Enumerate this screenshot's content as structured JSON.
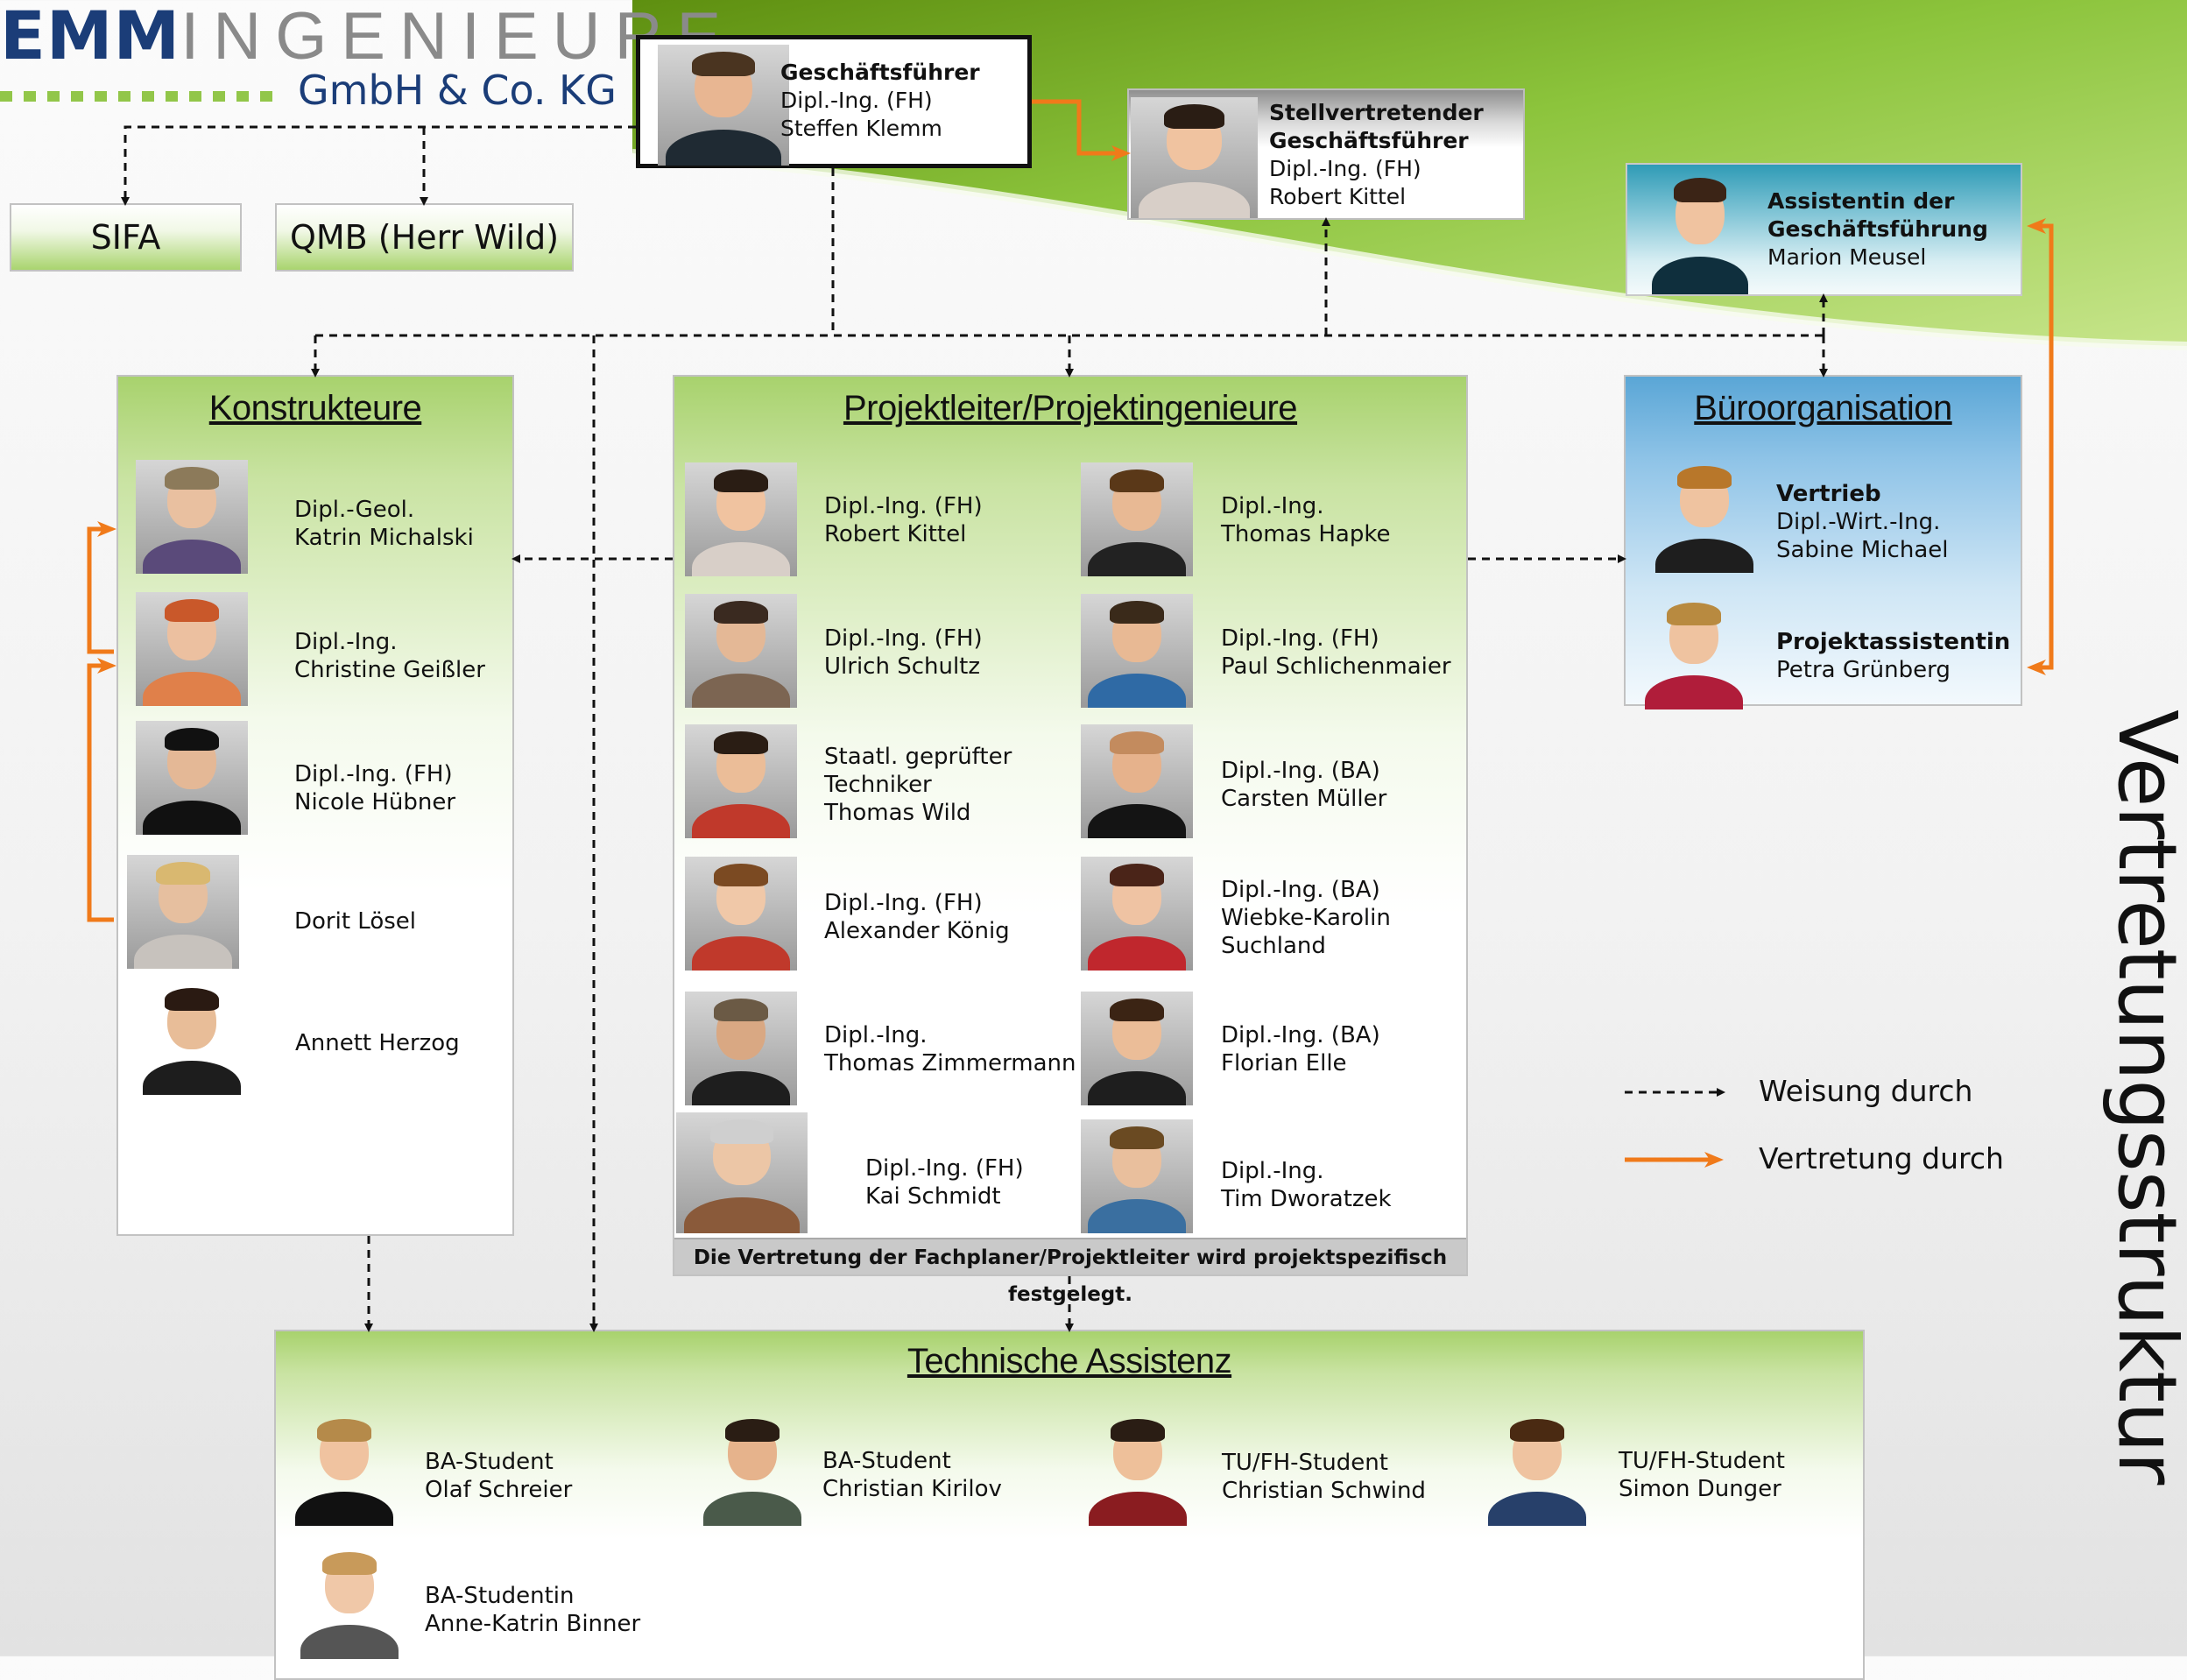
{
  "logo": {
    "brand_bold": "EMM",
    "brand_light": "INGENIEURE",
    "subline": "GmbH & Co. KG"
  },
  "top_boxes": {
    "sifa": "SIFA",
    "qmb": "QMB (Herr Wild)"
  },
  "ceo": {
    "role": "Geschäftsführer",
    "degree": "Dipl.-Ing. (FH)",
    "name": "Steffen Klemm"
  },
  "deputy": {
    "role_line1": "Stellvertretender",
    "role_line2": "Geschäftsführer",
    "degree": "Dipl.-Ing. (FH)",
    "name": "Robert Kittel"
  },
  "assistant": {
    "role_line1": "Assistentin der",
    "role_line2": "Geschäftsführung",
    "name": "Marion Meusel"
  },
  "konstrukteure": {
    "title": "Konstrukteure",
    "people": [
      {
        "line1": "Dipl.-Geol.",
        "line2": "Katrin Michalski"
      },
      {
        "line1": "Dipl.-Ing.",
        "line2": "Christine Geißler"
      },
      {
        "line1": "Dipl.-Ing. (FH)",
        "line2": "Nicole Hübner"
      },
      {
        "line1": "Dorit Lösel"
      },
      {
        "line1": "Annett Herzog"
      }
    ]
  },
  "projektleiter": {
    "title": "Projektleiter/Projektingenieure",
    "left": [
      {
        "line1": "Dipl.-Ing. (FH)",
        "line2": "Robert Kittel"
      },
      {
        "line1": "Dipl.-Ing. (FH)",
        "line2": "Ulrich Schultz"
      },
      {
        "line1": "Staatl. geprüfter",
        "line2": "Techniker",
        "line3": "Thomas Wild"
      },
      {
        "line1": "Dipl.-Ing. (FH)",
        "line2": "Alexander König"
      },
      {
        "line1": "Dipl.-Ing.",
        "line2": "Thomas Zimmermann"
      },
      {
        "line1": "Dipl.-Ing. (FH)",
        "line2": "Kai Schmidt"
      }
    ],
    "right": [
      {
        "line1": "Dipl.-Ing.",
        "line2": "Thomas Hapke"
      },
      {
        "line1": "Dipl.-Ing. (FH)",
        "line2": "Paul Schlichenmaier"
      },
      {
        "line1": "Dipl.-Ing. (BA)",
        "line2": "Carsten Müller"
      },
      {
        "line1": "Dipl.-Ing. (BA)",
        "line2": "Wiebke-Karolin",
        "line3": "Suchland"
      },
      {
        "line1": "Dipl.-Ing. (BA)",
        "line2": "Florian Elle"
      },
      {
        "line1": "Dipl.-Ing.",
        "line2": "Tim Dworatzek"
      }
    ],
    "note": "Die Vertretung der Fachplaner/Projektleiter wird projektspezifisch festgelegt."
  },
  "buero": {
    "title": "Büroorganisation",
    "people": [
      {
        "role": "Vertrieb",
        "line1": "Dipl.-Wirt.-Ing.",
        "line2": "Sabine Michael"
      },
      {
        "role": "Projektassistentin",
        "line1": "Petra Grünberg"
      }
    ]
  },
  "technik": {
    "title": "Technische Assistenz",
    "people": [
      {
        "line1": "BA-Student",
        "line2": "Olaf Schreier"
      },
      {
        "line1": "BA-Student",
        "line2": "Christian Kirilov"
      },
      {
        "line1": "TU/FH-Student",
        "line2": "Christian Schwind"
      },
      {
        "line1": "TU/FH-Student",
        "line2": "Simon Dunger"
      },
      {
        "line1": "BA-Studentin",
        "line2": "Anne-Katrin Binner"
      }
    ]
  },
  "legend": {
    "weisung": "Weisung durch",
    "vertretung": "Vertretung durch"
  },
  "side_title": "Vertretungsstruktur",
  "colors": {
    "accent_orange": "#f07a1a",
    "green": "#8cc43c",
    "blue": "#5aa6d6",
    "navy": "#1b3d78"
  }
}
